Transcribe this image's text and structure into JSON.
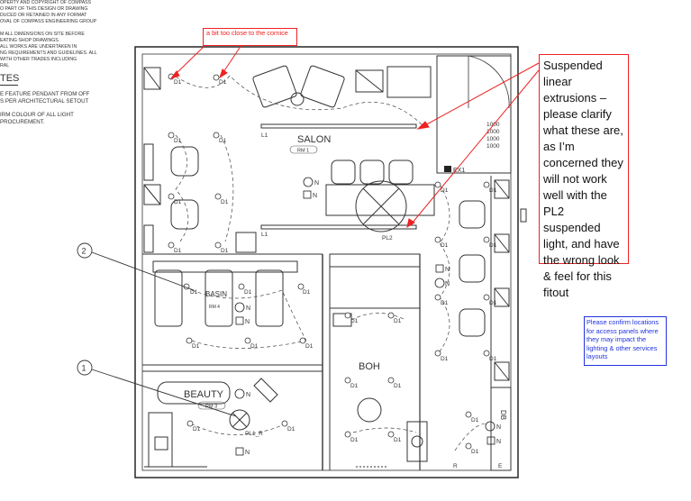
{
  "notes": {
    "lines": [
      "OPERTY AND COPYRIGHT OF COMPASS",
      "O PART OF THIS DESIGN OR DRAWING",
      "DUCED OR RETAINED IN ANY FORMAT",
      "OVAL OF COMPASS ENGINEERING GROUP",
      "",
      "M ALL DIMENSIONS ON SITE BEFORE",
      "EATING SHOP DRAWINGS.",
      "ALL WORKS ARE UNDERTAKEN IN",
      "NG REQUIREMENTS AND GUIDELINES. ALL",
      "WITH OTHER TRADES INCLUDING",
      "RAL"
    ],
    "heading": "TES",
    "note_lines": [
      "E FEATURE PENDANT FROM OFF",
      "S PER ARCHITECTURAL SETOUT",
      "",
      "IRM COLOUR OF ALL LIGHT",
      "PROCUREMENT."
    ]
  },
  "callouts": {
    "top": "a bit too close to the cornice",
    "big_lines": [
      "Suspended",
      "linear",
      "extrusions –",
      "please clarify",
      "what these are,",
      "as I’m",
      "concerned they",
      "will not work",
      "well with the",
      "PL2 suspended",
      "light, and have",
      "the wrong look",
      "& feel for this",
      "fitout"
    ],
    "right": "Please confirm locations for access panels where they may impact the lighting & other services layouts"
  },
  "rooms": {
    "salon": "SALON",
    "salon_rm": "RM 1",
    "beauty": "BEAUTY",
    "beauty_rm": "RM 3",
    "boh": "BOH",
    "db": "DB",
    "basin": "BASIN",
    "basin_rm": "RM 4"
  },
  "labels": {
    "d1": "D1",
    "l1": "L1",
    "pl2": "PL2",
    "pl1r": "PL1_R",
    "ex1": "EX1",
    "em_n": "N",
    "s_n": "N",
    "e": "E",
    "r": "R",
    "level": "1000"
  },
  "markers": [
    "1",
    "2"
  ]
}
